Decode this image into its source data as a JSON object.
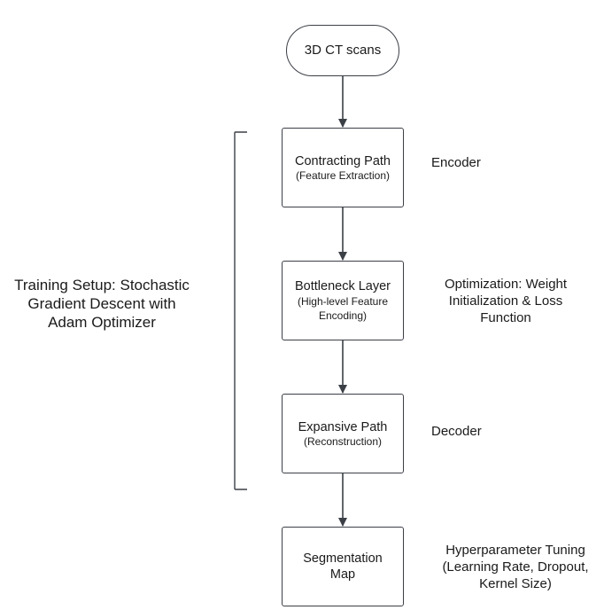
{
  "diagram": {
    "start": {
      "label": "3D CT scans"
    },
    "encoder": {
      "title": "Contracting Path",
      "subtitle": "(Feature Extraction)"
    },
    "bottleneck": {
      "title": "Bottleneck Layer",
      "subtitle_line1": "(High-level Feature",
      "subtitle_line2": "Encoding)"
    },
    "decoder": {
      "title": "Expansive Path",
      "subtitle": "(Reconstruction)"
    },
    "output": {
      "title_line1": "Segmentation",
      "title_line2": "Map"
    },
    "annotations": {
      "encoder": "Encoder",
      "decoder": "Decoder",
      "optimization": [
        "Optimization: Weight",
        "Initialization & Loss",
        "Function"
      ],
      "tuning": [
        "Hyperparameter Tuning",
        "(Learning Rate, Dropout,",
        "Kernel Size)"
      ],
      "training": [
        "Training Setup: Stochastic",
        "Gradient Descent with",
        "Adam Optimizer"
      ]
    },
    "colors": {
      "stroke": "#3b3f46",
      "text": "#1a1a1a",
      "background": "#ffffff"
    }
  }
}
